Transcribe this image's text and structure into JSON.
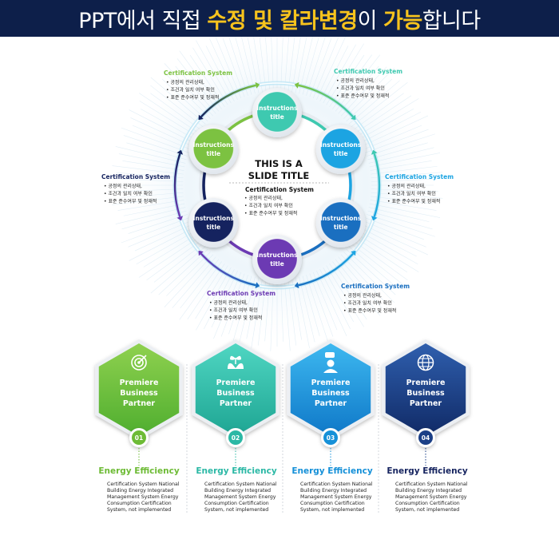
{
  "banner": {
    "part1": "PPT에서 직접 ",
    "part2": "수정 및 칼라변경",
    "part3": "이 ",
    "part4": "가능",
    "part5": "합니다"
  },
  "center": {
    "title_line1": "THIS IS A",
    "title_line2": "SLIDE TITLE",
    "subtitle": "Certification System",
    "bullets": [
      "공정의 관리상태,",
      "조건과 일치 여부 확인",
      "표준 준수여부 및 정재적"
    ]
  },
  "nodes": [
    {
      "line1": "Instructions",
      "line2": "title",
      "color": "#3ec9b0"
    },
    {
      "line1": "Instructions",
      "line2": "title",
      "color": "#1ca4e2"
    },
    {
      "line1": "Instructions",
      "line2": "title",
      "color": "#1a6fc0"
    },
    {
      "line1": "Instructions",
      "line2": "title",
      "color": "#6c3ab3"
    },
    {
      "line1": "Instructions",
      "line2": "title",
      "color": "#15235f"
    },
    {
      "line1": "Instructions",
      "line2": "title",
      "color": "#7cc241"
    }
  ],
  "callouts": [
    {
      "title": "Certification System",
      "title_color": "#7cc241",
      "bullets": [
        "공정의 관리상태,",
        "조건과 일치 여부 확인",
        "표준 준수여부 및 정재적"
      ]
    },
    {
      "title": "Certification System",
      "title_color": "#3ec9b0",
      "bullets": [
        "공정의 관리상태,",
        "조건과 일치 여부 확인",
        "표준 준수여부 및 정재적"
      ]
    },
    {
      "title": "Certification System",
      "title_color": "#1ca4e2",
      "bullets": [
        "공정의 관리상태,",
        "조건과 일치 여부 확인",
        "표준 준수여부 및 정재적"
      ]
    },
    {
      "title": "Certification System",
      "title_color": "#1a6fc0",
      "bullets": [
        "공정의 관리상태,",
        "조건과 일치 여부 확인",
        "표준 준수여부 및 정재적"
      ]
    },
    {
      "title": "Certification System",
      "title_color": "#6c3ab3",
      "bullets": [
        "공정의 관리상태,",
        "조건과 일치 여부 확인",
        "표준 준수여부 및 정재적"
      ]
    },
    {
      "title": "Certification System",
      "title_color": "#15235f",
      "bullets": [
        "공정의 관리상태,",
        "조건과 일치 여부 확인",
        "표준 준수여부 및 정재적"
      ]
    }
  ],
  "hexagons": [
    {
      "line1": "Premiere",
      "line2": "Business",
      "line3": "Partner",
      "number": "01",
      "icon": "target-icon",
      "color_top": "#8fd14f",
      "color_bottom": "#4fae2f",
      "accent": "#6dbb35"
    },
    {
      "line1": "Premiere",
      "line2": "Business",
      "line3": "Partner",
      "number": "02",
      "icon": "hands-plant-icon",
      "color_top": "#4fd6c2",
      "color_bottom": "#1ea593",
      "accent": "#2bb8a5"
    },
    {
      "line1": "Premiere",
      "line2": "Business",
      "line3": "Partner",
      "number": "03",
      "icon": "person-chat-icon",
      "color_top": "#3db8f0",
      "color_bottom": "#0f78c8",
      "accent": "#1590d8"
    },
    {
      "line1": "Premiere",
      "line2": "Business",
      "line3": "Partner",
      "number": "04",
      "icon": "globe-icon",
      "color_top": "#2f5fae",
      "color_bottom": "#102a66",
      "accent": "#1b3f86"
    }
  ],
  "bottom": [
    {
      "title": "Energy Efficiency",
      "color": "#6dbb35",
      "desc": "Certification System National Building Energy Integrated Management System Energy Consumption Certification System, not implemented"
    },
    {
      "title": "Energy Efficiency",
      "color": "#2bb8a5",
      "desc": "Certification System National Building Energy Integrated Management System Energy Consumption Certification System, not implemented"
    },
    {
      "title": "Energy Efficiency",
      "color": "#1590d8",
      "desc": "Certification System National Building Energy Integrated Management System Energy Consumption Certification System, not implemented"
    },
    {
      "title": "Energy Efficiency",
      "color": "#15235f",
      "desc": "Certification System National Building Energy Integrated Management System Energy Consumption Certification System, not implemented"
    }
  ]
}
